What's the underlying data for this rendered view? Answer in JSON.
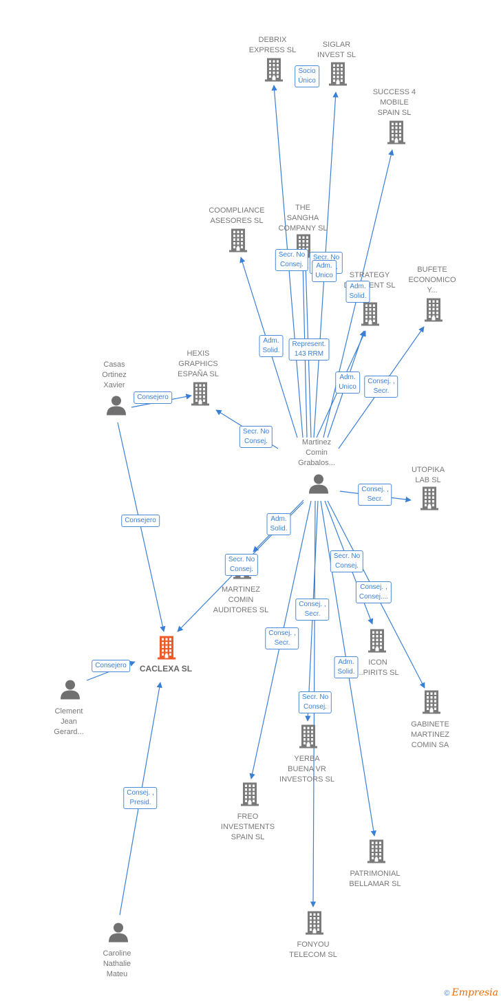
{
  "colors": {
    "edge": "#3a7fd6",
    "building": "#7a7a7a",
    "main_building": "#f05a28",
    "person": "#707070"
  },
  "nodes": [
    {
      "id": "caclexa",
      "kind": "company",
      "main": true,
      "label": "CACLEXA SL"
    },
    {
      "id": "martinez",
      "kind": "person",
      "label": "Martinez\nComin\nGrabalos..."
    },
    {
      "id": "casas",
      "kind": "person",
      "label": "Casas\nOrtinez\nXavier"
    },
    {
      "id": "clement",
      "kind": "person",
      "label": "Clement\nJean\nGerard..."
    },
    {
      "id": "caroline",
      "kind": "person",
      "label": "Caroline\nNathalie\nMateu"
    },
    {
      "id": "debrix",
      "kind": "company",
      "label": "DEBRIX\nEXPRESS SL"
    },
    {
      "id": "siglar",
      "kind": "company",
      "label": "SIGLAR\nINVEST SL"
    },
    {
      "id": "success",
      "kind": "company",
      "label": "SUCCESS 4\nMOBILE\nSPAIN SL"
    },
    {
      "id": "coompliance",
      "kind": "company",
      "label": "COOMPLIANCE\nASESORES SL"
    },
    {
      "id": "sangha",
      "kind": "company",
      "label": "THE\nSANGHA\nCOMPANY SL"
    },
    {
      "id": "strategy",
      "kind": "company",
      "label": "STRATEGY\nDE... MENT SL"
    },
    {
      "id": "bufete",
      "kind": "company",
      "label": "BUFETE\nECONOMICO\nY..."
    },
    {
      "id": "hexis",
      "kind": "company",
      "label": "HEXIS\nGRAPHICS\nESPAÑA SL"
    },
    {
      "id": "utopika",
      "kind": "company",
      "label": "UTOPIKA\nLAB SL"
    },
    {
      "id": "auditores",
      "kind": "company",
      "label": "MARTINEZ\nCOMIN\nAUDITORES SL"
    },
    {
      "id": "icon",
      "kind": "company",
      "label": "ICON\n...PIRITS SL"
    },
    {
      "id": "gabinete",
      "kind": "company",
      "label": "GABINETE\nMARTINEZ\nCOMIN SA"
    },
    {
      "id": "yerba",
      "kind": "company",
      "label": "YERBA\nBUENA VR\nINVESTORS SL"
    },
    {
      "id": "freo",
      "kind": "company",
      "label": "FREO\nINVESTMENTS\nSPAIN SL"
    },
    {
      "id": "patrimonial",
      "kind": "company",
      "label": "PATRIMONIAL\nBELLAMAR SL"
    },
    {
      "id": "fonyou",
      "kind": "company",
      "label": "FONYOU\nTELECOM SL"
    }
  ],
  "edges": [
    {
      "from": "martinez",
      "to": "debrix",
      "label": "Socio\nÚnico"
    },
    {
      "from": "martinez",
      "to": "siglar",
      "label": "Secr. No\nConsej."
    },
    {
      "from": "martinez",
      "to": "success",
      "label": "Adm.\nSolid."
    },
    {
      "from": "martinez",
      "to": "coompliance",
      "label": "Adm.\nSolid."
    },
    {
      "from": "martinez",
      "to": "sangha",
      "label": "Secr. No\nConsej."
    },
    {
      "from": "martinez",
      "to": "sangha",
      "label": "Adm.\nUnico"
    },
    {
      "from": "martinez",
      "to": "strategy",
      "label": "Represent.\n143 RRM"
    },
    {
      "from": "martinez",
      "to": "strategy",
      "label": "Adm.\nUnico"
    },
    {
      "from": "martinez",
      "to": "bufete",
      "label": "Consej. ,\nSecr."
    },
    {
      "from": "martinez",
      "to": "hexis",
      "label": "Secr. No\nConsej."
    },
    {
      "from": "martinez",
      "to": "utopika",
      "label": "Consej. ,\nSecr."
    },
    {
      "from": "martinez",
      "to": "auditores",
      "label": "Adm.\nSolid."
    },
    {
      "from": "martinez",
      "to": "caclexa",
      "label": "Secr. No\nConsej."
    },
    {
      "from": "martinez",
      "to": "icon",
      "label": "Secr. No\nConsej."
    },
    {
      "from": "martinez",
      "to": "gabinete",
      "label": "Consej. ,\nConsej...."
    },
    {
      "from": "martinez",
      "to": "yerba",
      "label": "Consej. ,\nSecr."
    },
    {
      "from": "martinez",
      "to": "freo",
      "label": "Consej. ,\nSecr."
    },
    {
      "from": "martinez",
      "to": "patrimonial",
      "label": "Adm.\nSolid."
    },
    {
      "from": "martinez",
      "to": "fonyou",
      "label": "Secr. No\nConsej."
    },
    {
      "from": "casas",
      "to": "hexis",
      "label": "Consejero"
    },
    {
      "from": "casas",
      "to": "caclexa",
      "label": "Consejero"
    },
    {
      "from": "clement",
      "to": "caclexa",
      "label": "Consejero"
    },
    {
      "from": "caroline",
      "to": "caclexa",
      "label": "Consej. ,\nPresid."
    }
  ],
  "footer": {
    "copyright": "©",
    "brand": "Empresia"
  }
}
